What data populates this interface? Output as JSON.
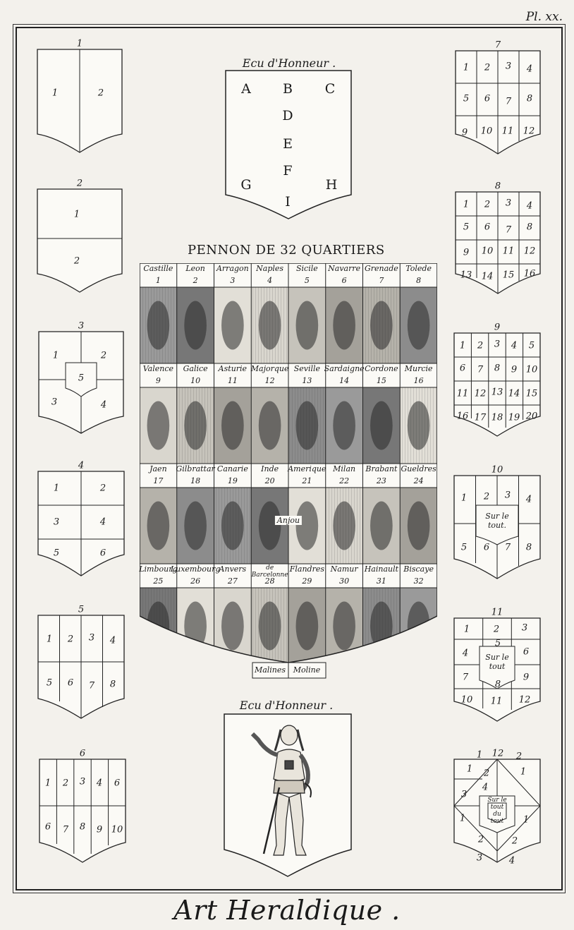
{
  "plate_number": "Pl. xx.",
  "caption": "Art Heraldique .",
  "ecu_top": {
    "title": "Ecu d'Honneur .",
    "letters": [
      "A",
      "B",
      "C",
      "D",
      "E",
      "F",
      "G",
      "H",
      "I"
    ]
  },
  "ecu_bottom": {
    "title": "Ecu d'Honneur ."
  },
  "pennon": {
    "title": "PENNON DE 32 QUARTIERS",
    "quarters": [
      {
        "name": "Castille",
        "num": "1"
      },
      {
        "name": "Leon",
        "num": "2"
      },
      {
        "name": "Arragon",
        "num": "3"
      },
      {
        "name": "Naples",
        "num": "4"
      },
      {
        "name": "Sicile",
        "num": "5"
      },
      {
        "name": "Navarre",
        "num": "6"
      },
      {
        "name": "Grenade",
        "num": "7"
      },
      {
        "name": "Tolede",
        "num": "8"
      },
      {
        "name": "Valence",
        "num": "9"
      },
      {
        "name": "Galice",
        "num": "10"
      },
      {
        "name": "Asturie",
        "num": "11"
      },
      {
        "name": "Majorque",
        "num": "12"
      },
      {
        "name": "Seville",
        "num": "13"
      },
      {
        "name": "Sardaigne",
        "num": "14"
      },
      {
        "name": "Cordone",
        "num": "15"
      },
      {
        "name": "Murcie",
        "num": "16"
      },
      {
        "name": "Jaen",
        "num": "17"
      },
      {
        "name": "Gilbrattar",
        "num": "18"
      },
      {
        "name": "Canarie",
        "num": "19"
      },
      {
        "name": "Inde",
        "num": "20"
      },
      {
        "name": "Amerique",
        "num": "21"
      },
      {
        "name": "Milan",
        "num": "22"
      },
      {
        "name": "Brabant",
        "num": "23"
      },
      {
        "name": "Gueldres",
        "num": "24"
      },
      {
        "name": "Limbourg",
        "num": "25"
      },
      {
        "name": "Luxembourg",
        "num": "26"
      },
      {
        "name": "Anvers",
        "num": "27"
      },
      {
        "name": "de Barcelonne",
        "num": "28"
      },
      {
        "name": "Flandres",
        "num": "29"
      },
      {
        "name": "Namur",
        "num": "30"
      },
      {
        "name": "Hainault",
        "num": "31"
      },
      {
        "name": "Biscaye",
        "num": "32"
      }
    ],
    "anjou_label": "Anjou",
    "bottom_labels": [
      "Malines",
      "Moline"
    ]
  },
  "shields": [
    {
      "label": "1",
      "numbers": [
        "1",
        "2"
      ]
    },
    {
      "label": "2",
      "numbers": [
        "1",
        "2"
      ]
    },
    {
      "label": "3",
      "numbers": [
        "1",
        "2",
        "5",
        "3",
        "4"
      ]
    },
    {
      "label": "4",
      "numbers": [
        "1",
        "2",
        "3",
        "4",
        "5",
        "6"
      ]
    },
    {
      "label": "5",
      "numbers": [
        "1",
        "2",
        "3",
        "4",
        "5",
        "6",
        "7",
        "8"
      ]
    },
    {
      "label": "6",
      "numbers": [
        "1",
        "2",
        "3",
        "4",
        "6",
        "6",
        "7",
        "8",
        "9",
        "10"
      ]
    },
    {
      "label": "7",
      "numbers": [
        "1",
        "2",
        "3",
        "4",
        "5",
        "6",
        "7",
        "8",
        "9",
        "10",
        "11",
        "12"
      ]
    },
    {
      "label": "8",
      "numbers": [
        "1",
        "2",
        "3",
        "4",
        "5",
        "6",
        "7",
        "8",
        "9",
        "10",
        "11",
        "12",
        "13",
        "14",
        "15",
        "16"
      ]
    },
    {
      "label": "9",
      "numbers": [
        "1",
        "2",
        "3",
        "4",
        "5",
        "6",
        "7",
        "8",
        "9",
        "10",
        "11",
        "12",
        "13",
        "14",
        "15",
        "16",
        "17",
        "18",
        "19",
        "20"
      ]
    },
    {
      "label": "10",
      "numbers": [
        "1",
        "2",
        "3",
        "4",
        "5",
        "6",
        "7",
        "8"
      ],
      "center": "Sur le tout."
    },
    {
      "label": "11",
      "numbers": [
        "1",
        "2",
        "3",
        "4",
        "5",
        "6",
        "7",
        "8",
        "9",
        "10",
        "11",
        "12"
      ],
      "center": "Sur le tout"
    },
    {
      "label": "",
      "numbers": [
        "1",
        "12",
        "2",
        "1",
        "2",
        "1",
        "3",
        "4",
        "1",
        "1",
        "2",
        "2",
        "3",
        "4"
      ],
      "center": "Sur le tout du tout"
    }
  ]
}
